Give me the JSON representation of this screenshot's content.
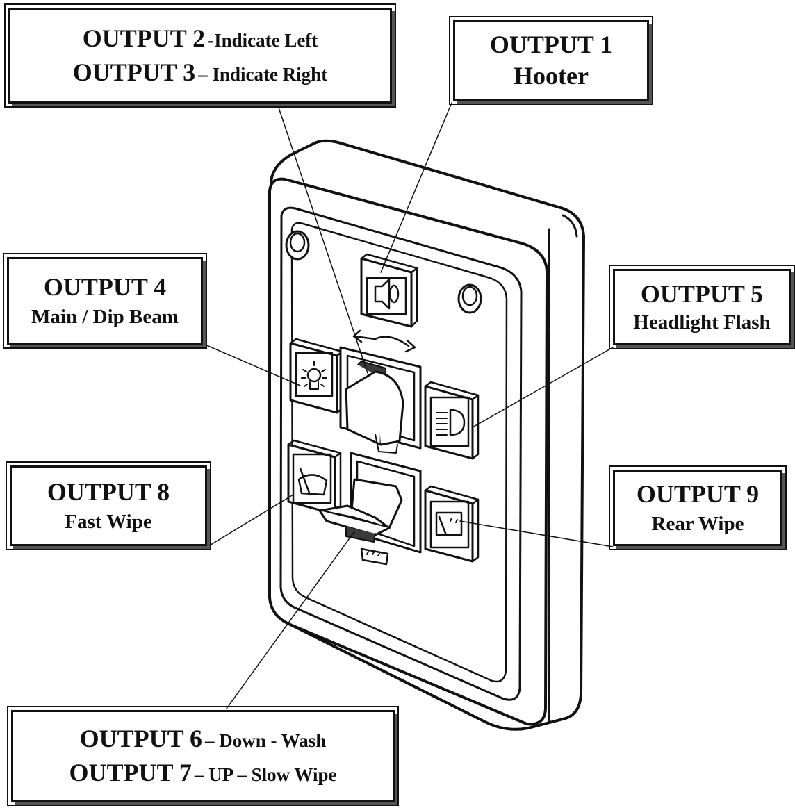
{
  "labels": {
    "out23": {
      "line1_main": "OUTPUT 2",
      "line1_sub": "-Indicate Left",
      "line2_main": "OUTPUT 3",
      "line2_sub": "– Indicate Right"
    },
    "out1": {
      "title": "OUTPUT 1",
      "desc": "Hooter"
    },
    "out4": {
      "title": "OUTPUT 4",
      "desc": "Main / Dip Beam"
    },
    "out5": {
      "title": "OUTPUT 5",
      "desc": "Headlight Flash"
    },
    "out8": {
      "title": "OUTPUT 8",
      "desc": "Fast Wipe"
    },
    "out9": {
      "title": "OUTPUT 9",
      "desc": "Rear Wipe"
    },
    "out67": {
      "line1_main": "OUTPUT 6",
      "line1_sub": "– Down - Wash",
      "line2_main": "OUTPUT 7",
      "line2_sub": "– UP – Slow Wipe"
    }
  },
  "icons": [
    "hooter-icon",
    "headlight-main-dip-icon",
    "headlight-flash-icon",
    "fast-wipe-icon",
    "rear-wipe-icon",
    "washer-icon",
    "arrow-left-right-icon"
  ],
  "colors": {
    "ink": "#111111",
    "panel": "#ffffff",
    "shade": "#bdbdbd",
    "dark": "#3a3a3a"
  }
}
